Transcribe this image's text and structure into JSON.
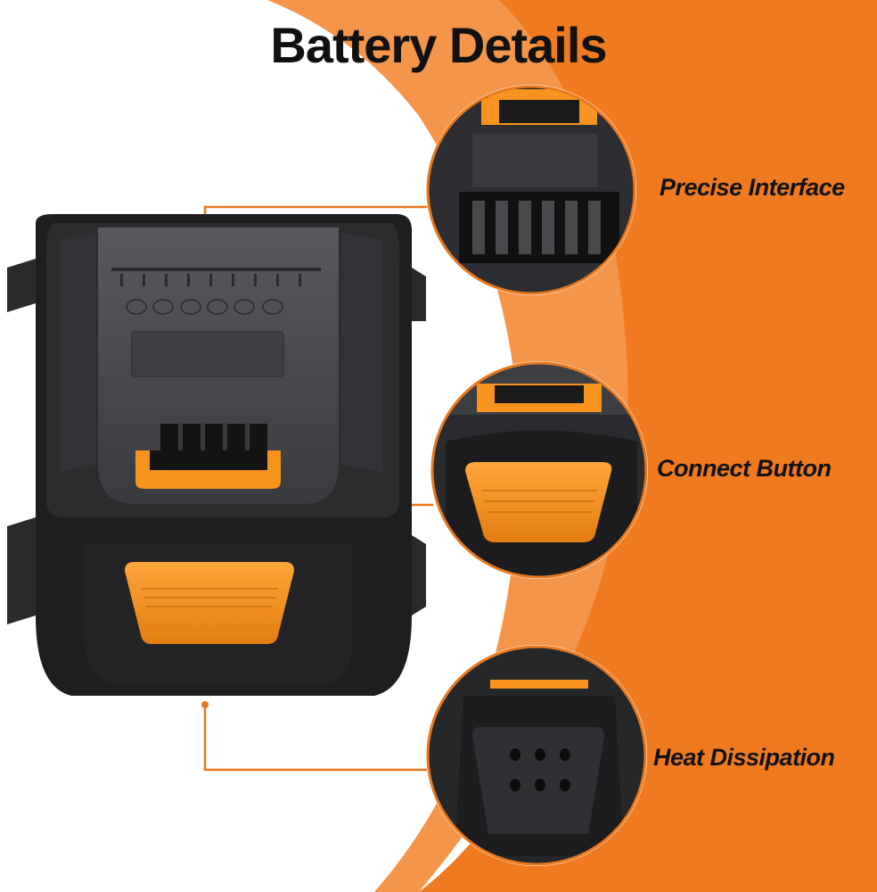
{
  "title": "Battery Details",
  "features": [
    {
      "label": "Precise Interface"
    },
    {
      "label": "Connect Button"
    },
    {
      "label": "Heat Dissipation"
    }
  ],
  "colors": {
    "orange_outer": "#f07a1f",
    "orange_inner": "#f5954a",
    "button_orange": "#f7931e",
    "battery_dark": "#1e1e20",
    "battery_gray": "#4a4b4e",
    "callout_line": "#e8781e"
  }
}
